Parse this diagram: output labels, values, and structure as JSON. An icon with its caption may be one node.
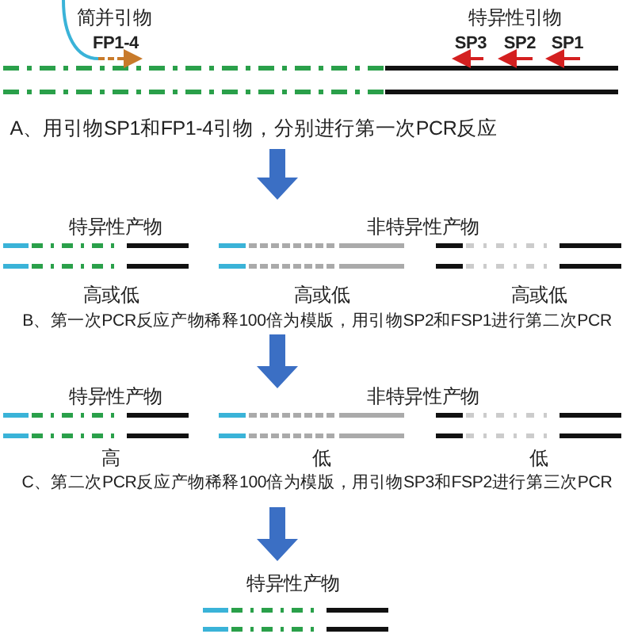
{
  "diagram": {
    "labels": [
      "简并引物",
      "FP1-4",
      "特异性引物",
      "SP3",
      "SP2",
      "SP1",
      "A、用引物SP1和FP1-4引物，分别进行第一次PCR反应",
      "特异性产物",
      "非特异性产物",
      "高或低",
      "高或低",
      "高或低",
      "B、第一次PCR反应产物稀释100倍为模版，用引物SP2和FSP1进行第二次PCR",
      "特异性产物",
      "非特异性产物",
      "高",
      "低",
      "低",
      "C、第二次PCR反应产物稀释100倍为模版，用引物SP3和FSP2进行第三次PCR",
      "特异性产物"
    ]
  }
}
